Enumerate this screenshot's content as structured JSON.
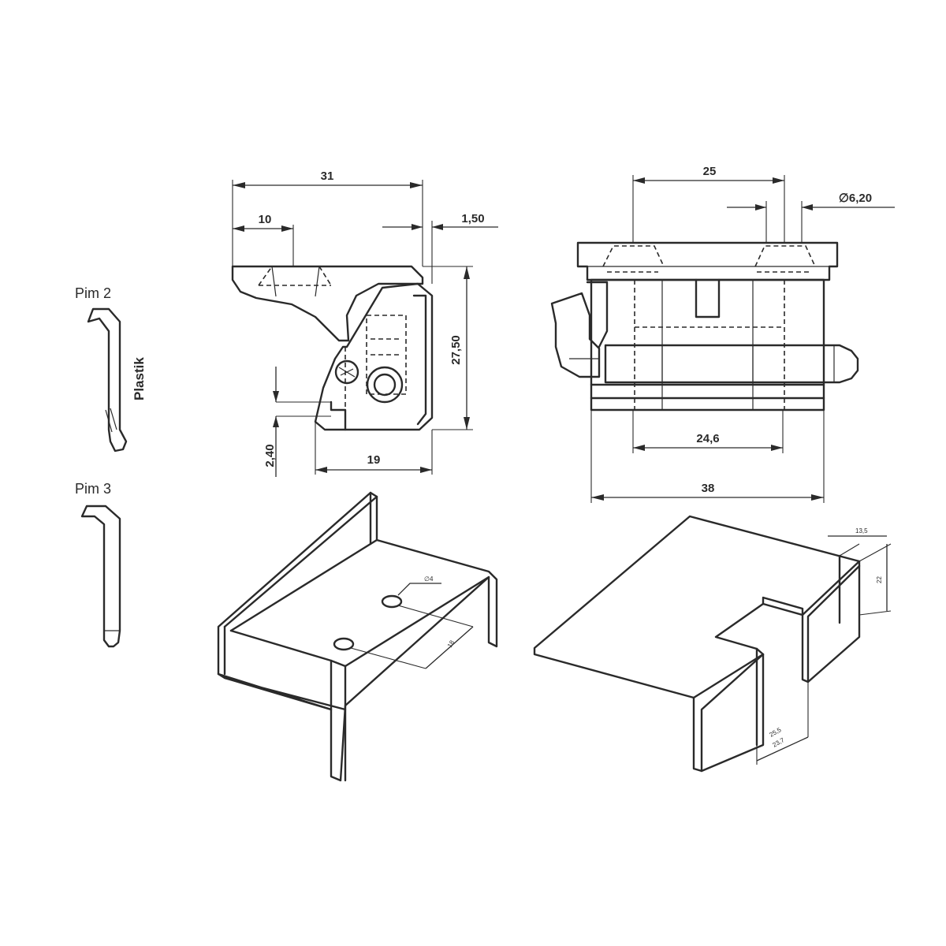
{
  "labels": {
    "pim2": "Pim 2",
    "pim3": "Pim 3",
    "plastik": "Plastik"
  },
  "dimensions": {
    "left_view": {
      "overall_width": "31",
      "top_width": "10",
      "offset": "1,50",
      "height": "27,50",
      "slot": "2,40",
      "bottom_width": "19"
    },
    "right_view": {
      "top_span": "25",
      "pin_diameter": "∅6,20",
      "inner_span": "24,6",
      "overall_width": "38"
    },
    "bracket_left": {
      "hole_diameter": "∅4",
      "hole_spacing": "18"
    },
    "bracket_right": {
      "width_small": "13,5",
      "height": "22",
      "depth": "23,7",
      "depth_tol": "25,5"
    }
  }
}
